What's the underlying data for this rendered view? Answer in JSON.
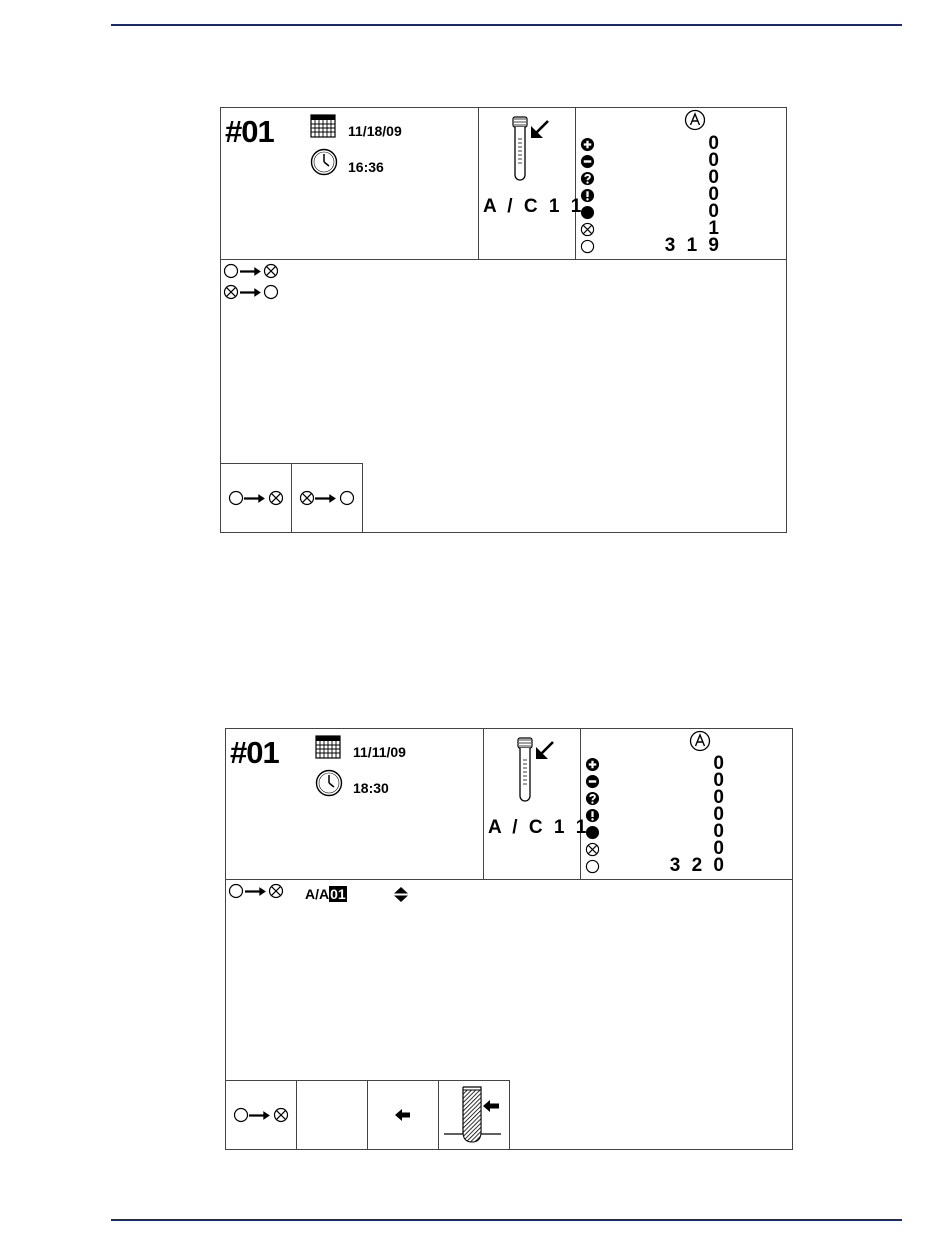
{
  "screens": [
    {
      "rack_id": "#01",
      "date": "11/18/09",
      "time": "16:36",
      "position": "A / C 1 1",
      "counter_header_icon": "circled-A-icon",
      "counters": [
        {
          "icon": "plus-circle-icon",
          "value": "0"
        },
        {
          "icon": "minus-circle-icon",
          "value": "0"
        },
        {
          "icon": "question-circle-icon",
          "value": "0"
        },
        {
          "icon": "exclamation-circle-icon",
          "value": "0"
        },
        {
          "icon": "filled-circle-icon",
          "value": "0"
        },
        {
          "icon": "crossed-circle-icon",
          "value": "1"
        },
        {
          "icon": "empty-circle-icon",
          "value": "3 1 9"
        }
      ],
      "menu_lines": [
        "empty-to-crossed-icon",
        "crossed-to-empty-icon"
      ],
      "softkeys": [
        "empty-to-crossed-icon",
        "crossed-to-empty-icon"
      ]
    },
    {
      "rack_id": "#01",
      "date": "11/11/09",
      "time": "18:30",
      "position": "A / C 1 1",
      "counter_header_icon": "circled-A-icon",
      "counters": [
        {
          "icon": "plus-circle-icon",
          "value": "0"
        },
        {
          "icon": "minus-circle-icon",
          "value": "0"
        },
        {
          "icon": "question-circle-icon",
          "value": "0"
        },
        {
          "icon": "exclamation-circle-icon",
          "value": "0"
        },
        {
          "icon": "filled-circle-icon",
          "value": "0"
        },
        {
          "icon": "crossed-circle-icon",
          "value": "0"
        },
        {
          "icon": "empty-circle-icon",
          "value": "3 2 0"
        }
      ],
      "position_field": {
        "prefix": "A/A",
        "value": "01"
      },
      "softkeys": [
        "empty-to-crossed-icon",
        "blank",
        "left-arrow-icon",
        "insert-tube-icon"
      ]
    }
  ]
}
